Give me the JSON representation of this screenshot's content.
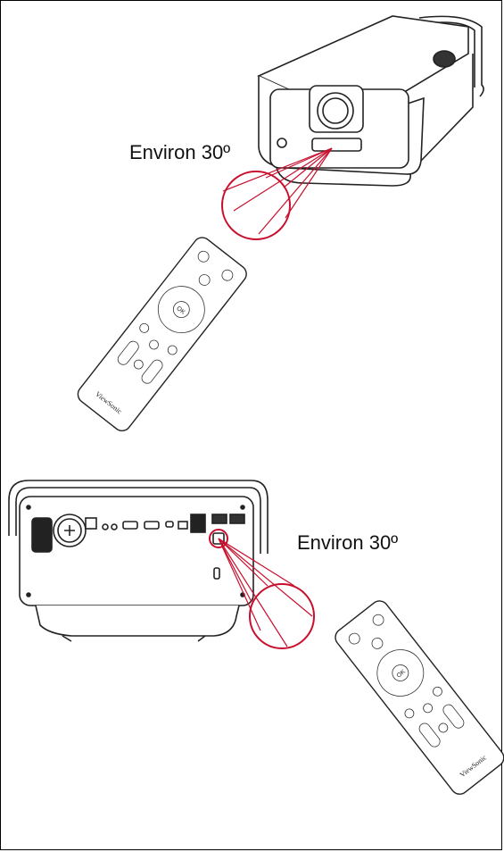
{
  "diagram": {
    "top_label": "Environ 30º",
    "bottom_label": "Environ 30º",
    "remote_brand": "ViewSonic",
    "remote_ok": "OK",
    "colors": {
      "line": "#222222",
      "beam": "#c8102e",
      "background": "#ffffff"
    }
  }
}
